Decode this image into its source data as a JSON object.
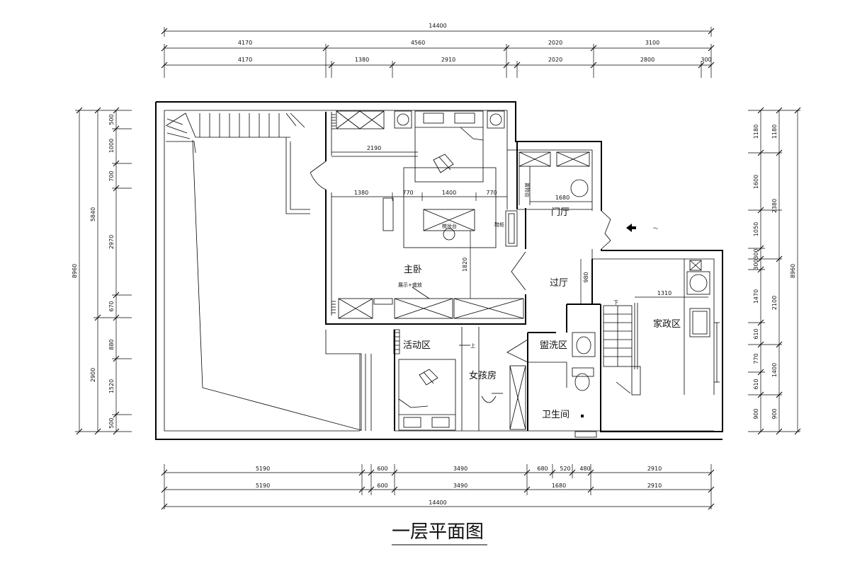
{
  "title": "一层平面图",
  "dimensions": {
    "top_total": "14400",
    "top_row1": [
      "4170",
      "4560",
      "2020",
      "3100"
    ],
    "top_row2": [
      "4170",
      "1380",
      "2910",
      "2020",
      "2800",
      "300"
    ],
    "bottom_row1": [
      "5190",
      "600",
      "3490",
      "680",
      "520",
      "480",
      "2910"
    ],
    "bottom_row2": [
      "5190",
      "600",
      "3490",
      "1680",
      "2910"
    ],
    "bottom_total": "14400",
    "left_outer": "8960",
    "left_mid": [
      "5840",
      "2900"
    ],
    "left_inner": [
      "500",
      "1000",
      "700",
      "2970",
      "670",
      "880",
      "1520",
      "500"
    ],
    "right_inner": [
      "1180",
      "1600",
      "1050",
      "300",
      "300",
      "1470",
      "610",
      "770",
      "610",
      "900"
    ],
    "right_mid": [
      "1180",
      "2380",
      "2100",
      "1400",
      "900"
    ],
    "right_outer": "8960"
  },
  "interior_dims": {
    "d2190": "2190",
    "d1380": "1380",
    "d770a": "770",
    "d1400": "1400",
    "d770b": "770",
    "d1680": "1680",
    "d1820": "1820",
    "d980": "980",
    "d1310": "1310"
  },
  "rooms": {
    "master": "主卧",
    "foyer": "门厅",
    "hall": "过厅",
    "housework": "家政区",
    "activity": "活动区",
    "girl": "女孩房",
    "washing": "盥洗区",
    "toilet": "卫生间"
  },
  "labels": {
    "display": "展示+盛放",
    "dresser": "梳妆台",
    "shoe": "鞋柜",
    "drink": "置物台",
    "down": "下",
    "up": "上"
  },
  "entrance_icon": "entrance-arrow-icon"
}
